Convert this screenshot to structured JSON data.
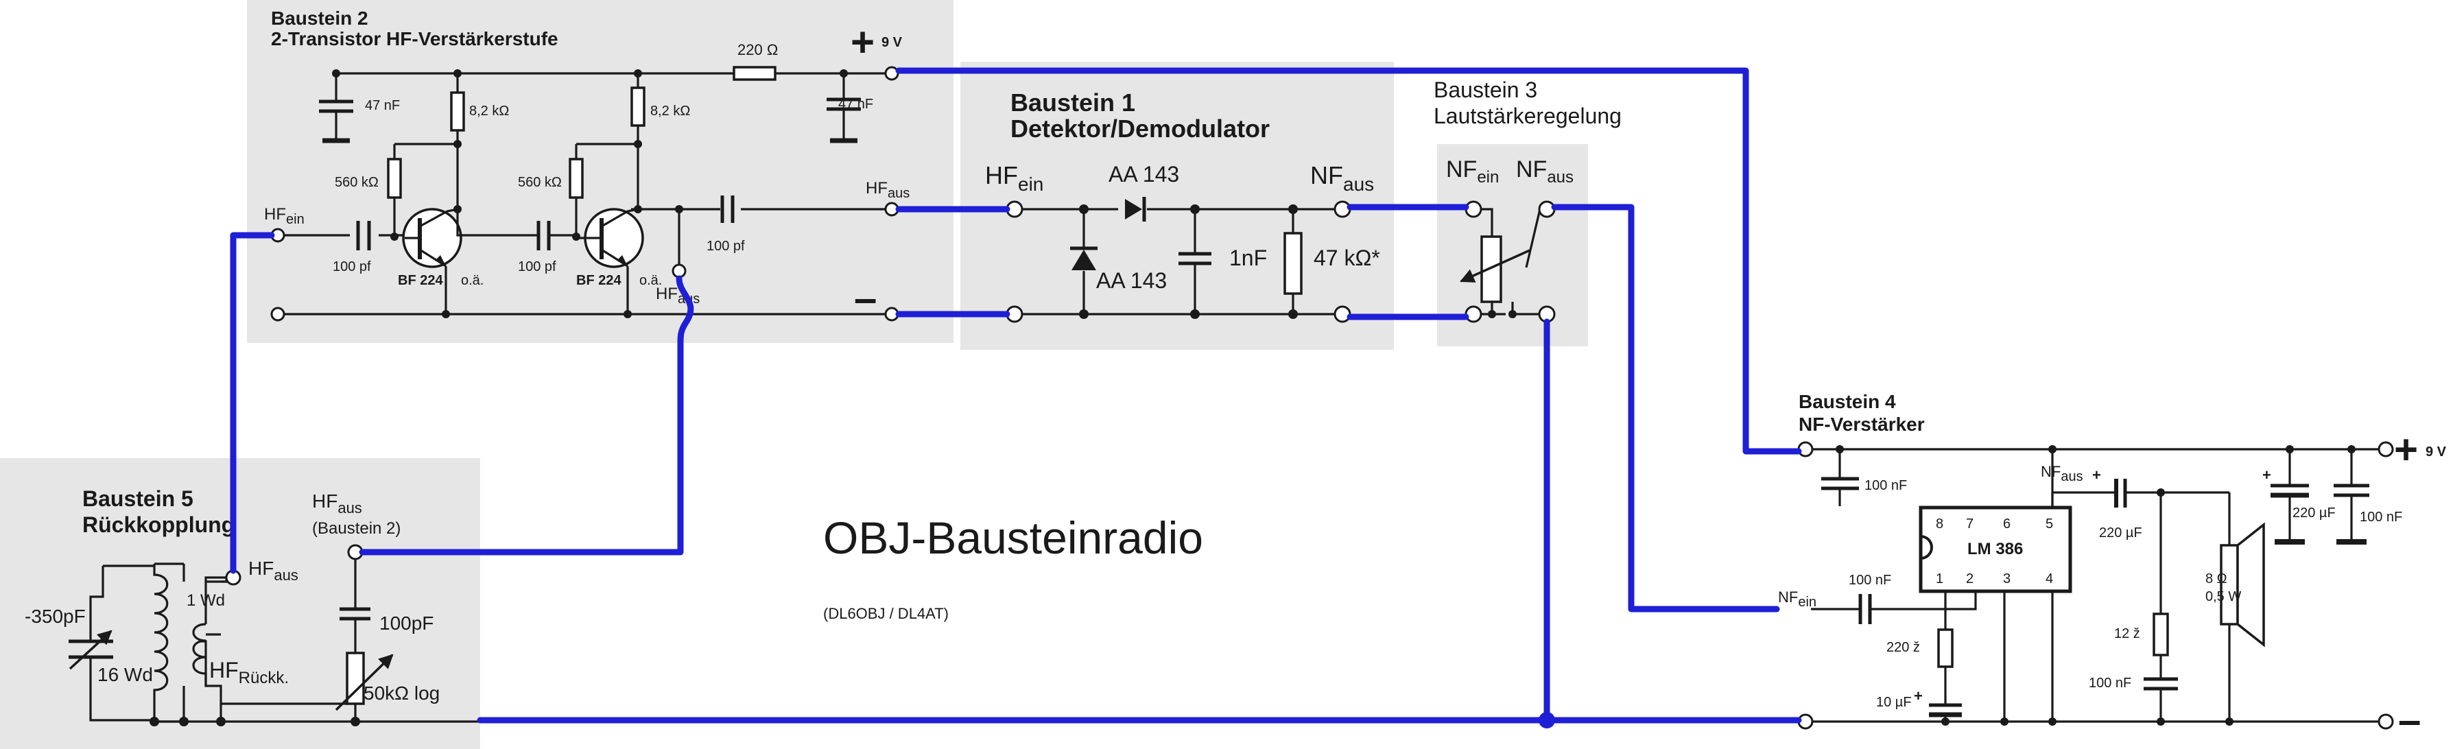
{
  "title": "OBJ-Bausteinradio",
  "credit": "(DL6OBJ / DL4AT)",
  "supply": {
    "plus": "+",
    "minus": "–",
    "voltage": "9 V"
  },
  "blocks": {
    "b1": {
      "name": "Baustein 1",
      "function": "Detektor/Demodulator",
      "in_main": "HF",
      "in_sub": "ein",
      "out_main": "NF",
      "out_sub": "aus",
      "diode_series": "AA 143",
      "diode_shunt": "AA 143",
      "capacitor": "1nF",
      "resistor": "47 kΩ*"
    },
    "b2": {
      "name": "Baustein 2",
      "function": "2-Transistor  HF-Verstärkerstufe",
      "in_main": "HF",
      "in_sub": "ein",
      "out_main": "HF",
      "out_sub": "aus",
      "tap_main": "HF",
      "tap_sub": "aus",
      "r_feed": "220 Ω",
      "c_decouple": "47 nF",
      "c_supply": "47 nF",
      "r_collector_1": "8,2 kΩ",
      "r_collector_2": "8,2 kΩ",
      "r_base_1": "560 kΩ",
      "r_base_2": "560 kΩ",
      "c_in": "100 pf",
      "c_coupling": "100 pf",
      "c_out": "100 pf",
      "transistor_1": "BF 224",
      "transistor_2": "BF 224",
      "equiv_1": "o.ä.",
      "equiv_2": "o.ä."
    },
    "b3": {
      "name": "Baustein 3",
      "function": "Lautstärkeregelung",
      "in_main": "NF",
      "in_sub": "ein",
      "out_main": "NF",
      "out_sub": "aus"
    },
    "b4": {
      "name": "Baustein 4",
      "function": "NF-Verstärker",
      "ic": "LM 386",
      "pins": [
        "8",
        "7",
        "6",
        "5",
        "1",
        "2",
        "3",
        "4"
      ],
      "in_main": "NF",
      "in_sub": "ein",
      "out_main": "NF",
      "out_sub": "aus",
      "c_supply_bypass": "100 nF",
      "c_input": "100 nF",
      "r_gain": "220 ž",
      "c_gain": "10 µF",
      "c_output": "220 µF",
      "r_zobel": "12 ž",
      "c_zobel": "100 nF",
      "speaker": "8 Ω",
      "speaker_power": "0,5 W",
      "c_reservoir": "220 µF",
      "c_reservoir_bypass": "100 nF"
    },
    "b5": {
      "name": "Baustein 5",
      "function": "Rückkopplung",
      "tuning_cap": "-350pF",
      "coil_main": "16 Wd",
      "coil_feedback": "1 Wd",
      "out_main": "HF",
      "out_sub": "aus",
      "in_main": "HF",
      "in_sub": "aus",
      "in_source": "(Baustein 2)",
      "feedback_main": "HF",
      "feedback_sub": "Rückk.",
      "capacitor": "100pF",
      "potentiometer": "50kΩ log"
    }
  }
}
